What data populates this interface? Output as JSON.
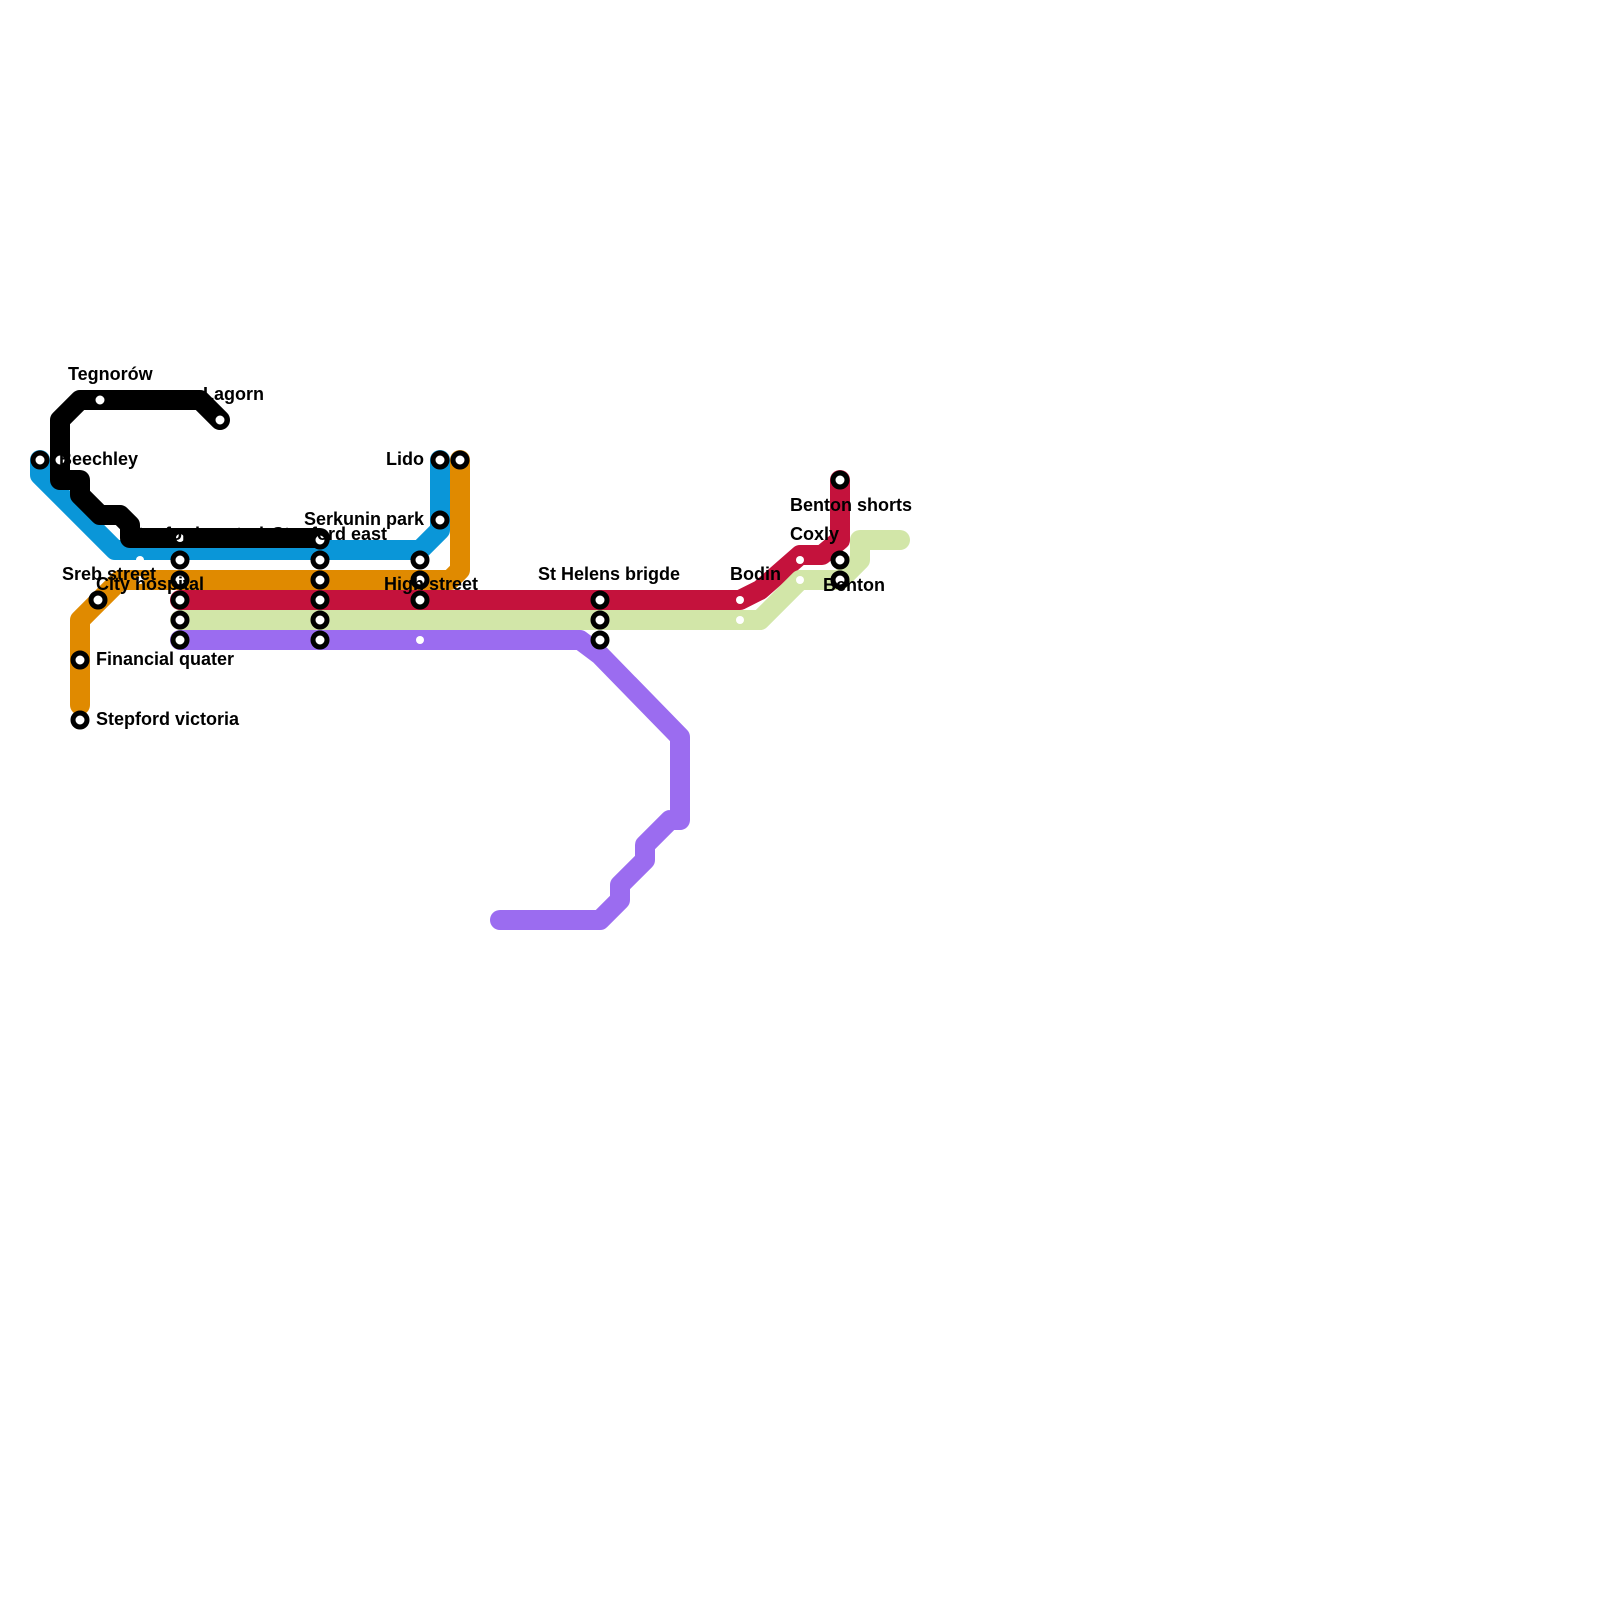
{
  "map": {
    "lines": [
      {
        "name": "blue",
        "color": "#0a96d8"
      },
      {
        "name": "black",
        "color": "#000000"
      },
      {
        "name": "orange",
        "color": "#e08a00"
      },
      {
        "name": "red",
        "color": "#c4123c"
      },
      {
        "name": "light-green",
        "color": "#d2e6a8"
      },
      {
        "name": "purple",
        "color": "#9b6cf0"
      }
    ],
    "stations": [
      {
        "id": "tegnorow",
        "label": "Tegnorów"
      },
      {
        "id": "lagorn",
        "label": "Lagorn"
      },
      {
        "id": "beechley",
        "label": "Beechley"
      },
      {
        "id": "lido",
        "label": "Lido"
      },
      {
        "id": "serkunin-park",
        "label": "Serkunin park"
      },
      {
        "id": "stepford-central",
        "label": "Stepford central"
      },
      {
        "id": "stepford-east",
        "label": "Stepford east"
      },
      {
        "id": "sreb-street",
        "label": "Sreb street"
      },
      {
        "id": "city-hospital",
        "label": "City hospital"
      },
      {
        "id": "high-street",
        "label": "High street"
      },
      {
        "id": "st-helens-bridge",
        "label": "St Helens brigde"
      },
      {
        "id": "bodin",
        "label": "Bodin"
      },
      {
        "id": "benton-shorts",
        "label": "Benton shorts"
      },
      {
        "id": "coxly",
        "label": "Coxly"
      },
      {
        "id": "benton",
        "label": "Benton"
      },
      {
        "id": "financial-quater",
        "label": "Financial quater"
      },
      {
        "id": "stepford-victoria",
        "label": "Stepford victoria"
      }
    ]
  }
}
